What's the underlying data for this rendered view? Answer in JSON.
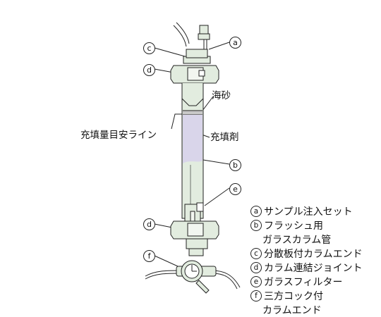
{
  "callouts": {
    "a": "a",
    "b": "b",
    "c": "c",
    "d_top": "d",
    "d_bottom": "d",
    "e": "e",
    "f": "f"
  },
  "labels": {
    "sand": "海砂",
    "fill_line": "充填量目安ライン",
    "packing": "充填剤"
  },
  "legend": [
    {
      "mark": "a",
      "text": "サンプル注入セット",
      "cont": ""
    },
    {
      "mark": "b",
      "text": "フラッシュ用",
      "cont": "ガラスカラム管"
    },
    {
      "mark": "c",
      "text": "分散板付カラムエンド",
      "cont": ""
    },
    {
      "mark": "d",
      "text": "カラム連結ジョイント",
      "cont": ""
    },
    {
      "mark": "e",
      "text": "ガラスフィルター",
      "cont": ""
    },
    {
      "mark": "f",
      "text": "三方コック付",
      "cont": "カラムエンド"
    }
  ],
  "colors": {
    "body": "#e2ecdf",
    "packing": "#d9d5ea",
    "sand": "#c9c9c9",
    "line": "#222222"
  }
}
